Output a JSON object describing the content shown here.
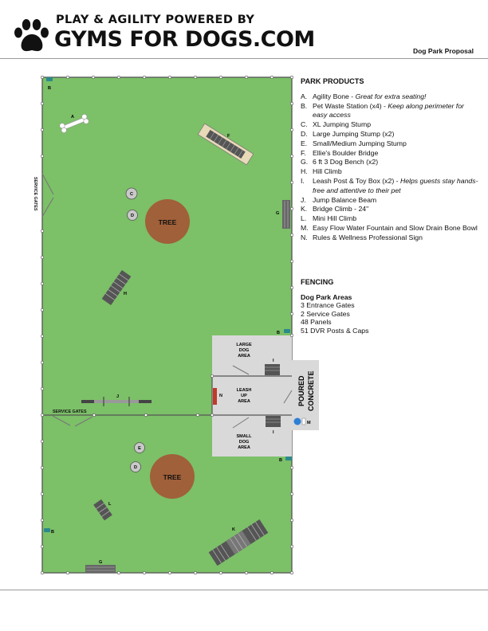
{
  "header": {
    "brand_tagline": "PLAY & AGILITY POWERED BY",
    "brand_name": "GYMS FOR DOGS.COM",
    "document_title": "Dog Park Proposal"
  },
  "legend": {
    "heading": "PARK PRODUCTS",
    "items": [
      {
        "key": "A.",
        "name": "Agility Bone - ",
        "note": "Great for extra seating!"
      },
      {
        "key": "B.",
        "name": "Pet Waste Station (x4) - ",
        "note": "Keep along perimeter for easy access"
      },
      {
        "key": "C.",
        "name": "XL Jumping Stump",
        "note": ""
      },
      {
        "key": "D.",
        "name": "Large Jumping Stump (x2)",
        "note": ""
      },
      {
        "key": "E.",
        "name": "Small/Medium Jumping Stump",
        "note": ""
      },
      {
        "key": "F.",
        "name": "Ellie's Boulder Bridge",
        "note": ""
      },
      {
        "key": "G.",
        "name": "6 ft 3 Dog Bench (x2)",
        "note": ""
      },
      {
        "key": "H.",
        "name": "Hill Climb",
        "note": ""
      },
      {
        "key": "I.",
        "name": "Leash Post & Toy Box (x2) - ",
        "note": "Helps guests stay hands-free and attentive to their pet"
      },
      {
        "key": "J.",
        "name": "Jump Balance Beam",
        "note": ""
      },
      {
        "key": "K.",
        "name": "Bridge Climb - 24\"",
        "note": ""
      },
      {
        "key": "L.",
        "name": "Mini Hill Climb",
        "note": ""
      },
      {
        "key": "M.",
        "name": "Easy Flow Water Fountain and Slow Drain Bone Bowl",
        "note": ""
      },
      {
        "key": "N.",
        "name": "Rules & Wellness Professional Sign",
        "note": ""
      }
    ]
  },
  "fencing": {
    "heading": "FENCING",
    "subheading": "Dog Park Areas",
    "lines": [
      "3 Entrance Gates",
      "2 Service Gates",
      "48 Panels",
      "51 DVR Posts & Caps"
    ]
  },
  "map": {
    "tree_label": "TREE",
    "service_gates_label": "SERVICE GATES",
    "large_dog_area": [
      "LARGE",
      "DOG",
      "AREA"
    ],
    "leash_up_area": [
      "LEASH",
      "UP",
      "AREA"
    ],
    "small_dog_area": [
      "SMALL",
      "DOG",
      "AREA"
    ],
    "poured_concrete": [
      "POURED",
      "CONCRETE"
    ],
    "markers": {
      "A": "A",
      "B": "B",
      "C": "C",
      "D": "D",
      "E": "E",
      "F": "F",
      "G": "G",
      "H": "H",
      "I": "I",
      "J": "J",
      "K": "K",
      "L": "L",
      "M": "M",
      "N": "N"
    }
  },
  "colors": {
    "grass": "#7cc068",
    "tree": "#a0603a",
    "concrete": "#d9d9d9",
    "fence": "#5a5a5a",
    "sign": "#c0392b",
    "fountain": "#2e7fd6",
    "waste_station": "#2b8a8a"
  },
  "icons": [
    "paw-print-icon"
  ]
}
